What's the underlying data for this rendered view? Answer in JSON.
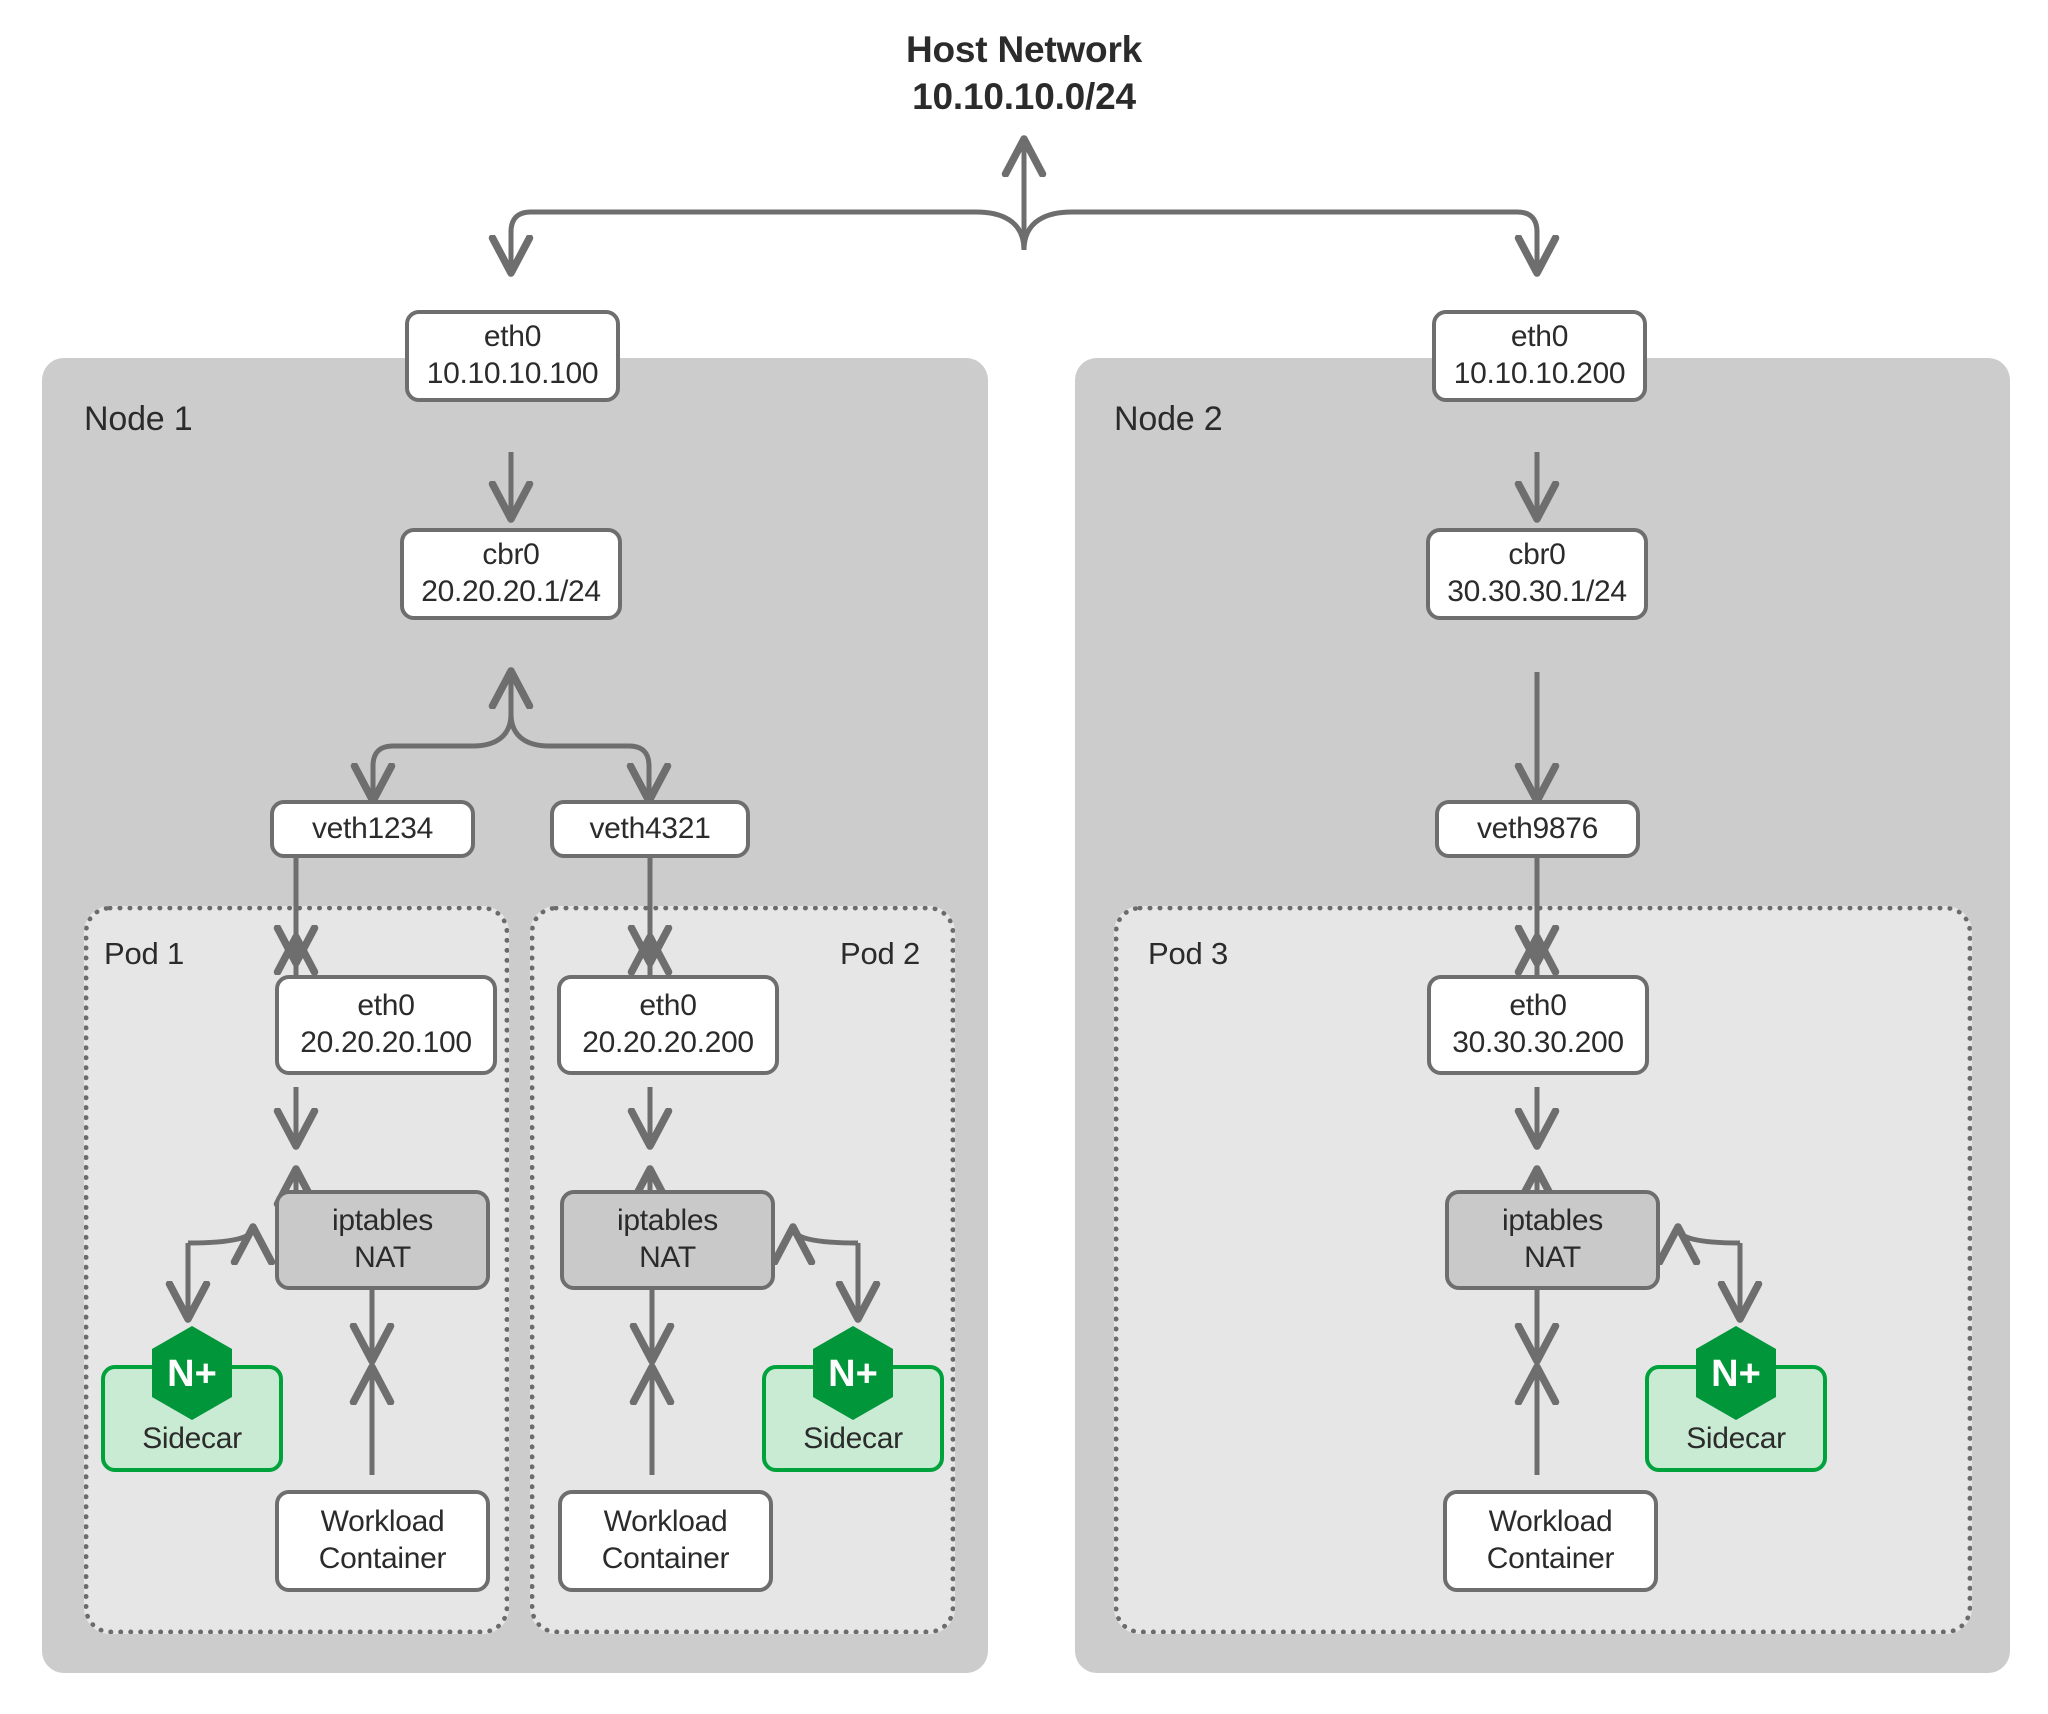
{
  "diagram": {
    "title_line1": "Host Network",
    "title_line2": "10.10.10.0/24",
    "colors": {
      "node_panel": "#cccccc",
      "pod_panel": "#e6e6e6",
      "box_border": "#6e6e6e",
      "box_fill": "#ffffff",
      "iptables_fill": "#c9c9c9",
      "sidecar_fill": "#c9ead3",
      "sidecar_border": "#00a23c",
      "nginx_green": "#009639",
      "text": "#2b2b2b",
      "arrow": "#6e6e6e",
      "background": "#ffffff"
    }
  },
  "nodes": [
    {
      "label": "Node 1",
      "eth0": {
        "name": "eth0",
        "ip": "10.10.10.100"
      },
      "bridge": {
        "name": "cbr0",
        "ip": "20.20.20.1/24"
      },
      "veths": [
        "veth1234",
        "veth4321"
      ],
      "pods": [
        {
          "label": "Pod 1",
          "eth0": {
            "name": "eth0",
            "ip": "20.20.20.100"
          },
          "iptables": {
            "line1": "iptables",
            "line2": "NAT"
          },
          "sidecar": {
            "label": "Sidecar",
            "badge": "N+"
          },
          "workload": {
            "line1": "Workload",
            "line2": "Container"
          },
          "sidecar_side": "left"
        },
        {
          "label": "Pod 2",
          "eth0": {
            "name": "eth0",
            "ip": "20.20.20.200"
          },
          "iptables": {
            "line1": "iptables",
            "line2": "NAT"
          },
          "sidecar": {
            "label": "Sidecar",
            "badge": "N+"
          },
          "workload": {
            "line1": "Workload",
            "line2": "Container"
          },
          "sidecar_side": "right"
        }
      ]
    },
    {
      "label": "Node 2",
      "eth0": {
        "name": "eth0",
        "ip": "10.10.10.200"
      },
      "bridge": {
        "name": "cbr0",
        "ip": "30.30.30.1/24"
      },
      "veths": [
        "veth9876"
      ],
      "pods": [
        {
          "label": "Pod 3",
          "eth0": {
            "name": "eth0",
            "ip": "30.30.30.200"
          },
          "iptables": {
            "line1": "iptables",
            "line2": "NAT"
          },
          "sidecar": {
            "label": "Sidecar",
            "badge": "N+"
          },
          "workload": {
            "line1": "Workload",
            "line2": "Container"
          },
          "sidecar_side": "right"
        }
      ]
    }
  ],
  "icons": {
    "nginx_plus_hexagon": "nginx-plus-hexagon-icon",
    "arrow_bidirectional": "bidirectional-arrow-icon",
    "arrow_split": "split-arrow-icon"
  }
}
